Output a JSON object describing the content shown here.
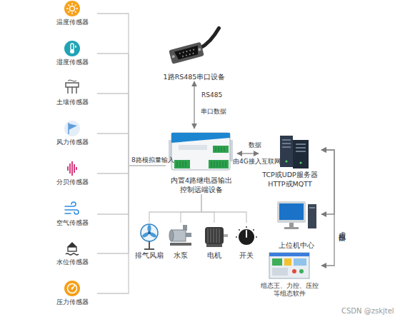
{
  "diagram": {
    "nodes": [
      {
        "text": [
          "温度传感器"
        ]
      },
      {
        "text": [
          "湿度传感器"
        ]
      },
      {
        "text": [
          "土壤传感器"
        ]
      },
      {
        "text": [
          "风力传感器"
        ]
      },
      {
        "text": [
          "分贝传感器"
        ]
      },
      {
        "text": [
          "空气传感器"
        ]
      },
      {
        "text": [
          "水位传感器"
        ]
      },
      {
        "text": [
          "压力传感器"
        ]
      },
      {
        "text": [
          "1路RS485串口设备"
        ]
      },
      {
        "text": [
          "内置4路继电器输出 控制远端设备"
        ]
      },
      {
        "text": [
          "TCP或UDP服务器 HTTP或MQTT"
        ]
      },
      {
        "text": [
          "上位机中心"
        ]
      },
      {
        "text": [
          "组态王、力控、压控 等组态软件"
        ]
      },
      {
        "text": [
          "排气风扇"
        ]
      },
      {
        "text": [
          "水泵"
        ]
      },
      {
        "text": [
          "电机"
        ]
      },
      {
        "text": [
          "开关"
        ]
      }
    ],
    "edges": [
      {
        "from": 0,
        "to": 9,
        "arrow": "none"
      },
      {
        "from": 1,
        "to": 9,
        "arrow": "none"
      },
      {
        "from": 2,
        "to": 9,
        "arrow": "none"
      },
      {
        "from": 3,
        "to": 9,
        "arrow": "none"
      },
      {
        "from": 4,
        "to": 9,
        "arrow": "none"
      },
      {
        "from": 5,
        "to": 9,
        "arrow": "none"
      },
      {
        "from": 6,
        "to": 9,
        "arrow": "none"
      },
      {
        "from": 7,
        "to": 9,
        "arrow": "none"
      },
      {
        "from": 8,
        "to": 9,
        "label": "RS485",
        "arrow": "both"
      },
      {
        "from": 9,
        "to": 10,
        "label": "数据",
        "arrow": "both"
      },
      {
        "from": 10,
        "to": 11,
        "arrow": "both"
      },
      {
        "from": 10,
        "to": 12,
        "arrow": "both"
      },
      {
        "from": 9,
        "to": 13,
        "arrow": "none"
      },
      {
        "from": 9,
        "to": 14,
        "arrow": "none"
      },
      {
        "from": 9,
        "to": 15,
        "arrow": "none"
      },
      {
        "from": 9,
        "to": 16,
        "arrow": "none"
      }
    ],
    "labels": [
      "8路模拟量输入",
      "串口数据",
      "由4G接入互联网",
      "虚拟串口",
      "CSDN @zskjtel"
    ]
  }
}
